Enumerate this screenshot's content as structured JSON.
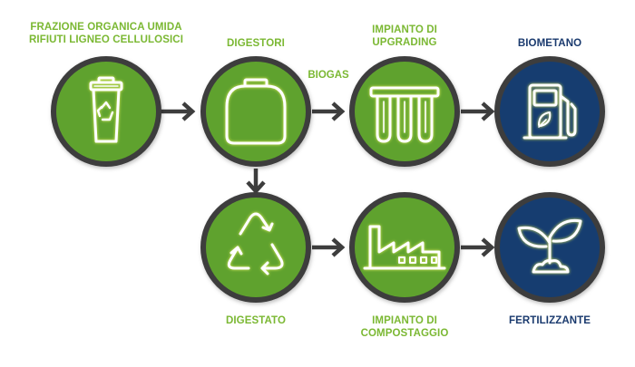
{
  "colors": {
    "green_fill": "#5fa22e",
    "navy_fill": "#163d70",
    "ring": "#3d3d3d",
    "arrow": "#3d3d3d",
    "icon_stroke": "#ffffff",
    "icon_glow": "#e4ef5c",
    "label_green": "#7bb833",
    "label_blue": "#1a3a6e"
  },
  "nodes": [
    {
      "id": "waste",
      "lines": [
        "FRAZIONE ORGANICA UMIDA",
        "RIFIUTI LIGNEO CELLULOSICI"
      ],
      "icon": "recycle-bin-icon",
      "style": "green"
    },
    {
      "id": "digesters",
      "lines": [
        "DIGESTORI"
      ],
      "icon": "digester-tank-icon",
      "style": "green"
    },
    {
      "id": "upgrading",
      "lines": [
        "IMPIANTO DI",
        "UPGRADING"
      ],
      "icon": "filter-tubes-icon",
      "style": "green"
    },
    {
      "id": "biomethane",
      "lines": [
        "BIOMETANO"
      ],
      "icon": "fuel-pump-icon",
      "style": "navy"
    },
    {
      "id": "digestate",
      "lines": [
        "DIGESTATO"
      ],
      "icon": "recycle-arrows-icon",
      "style": "green"
    },
    {
      "id": "composting",
      "lines": [
        "IMPIANTO DI",
        "COMPOSTAGGIO"
      ],
      "icon": "factory-icon",
      "style": "green"
    },
    {
      "id": "fertilizer",
      "lines": [
        "FERTILIZZANTE"
      ],
      "icon": "sprout-icon",
      "style": "navy"
    }
  ],
  "edges": [
    {
      "from": "waste",
      "to": "digesters",
      "label": ""
    },
    {
      "from": "digesters",
      "to": "upgrading",
      "label": "BIOGAS"
    },
    {
      "from": "upgrading",
      "to": "biomethane",
      "label": ""
    },
    {
      "from": "digesters",
      "to": "digestate",
      "label": ""
    },
    {
      "from": "digestate",
      "to": "composting",
      "label": ""
    },
    {
      "from": "composting",
      "to": "fertilizer",
      "label": ""
    }
  ]
}
